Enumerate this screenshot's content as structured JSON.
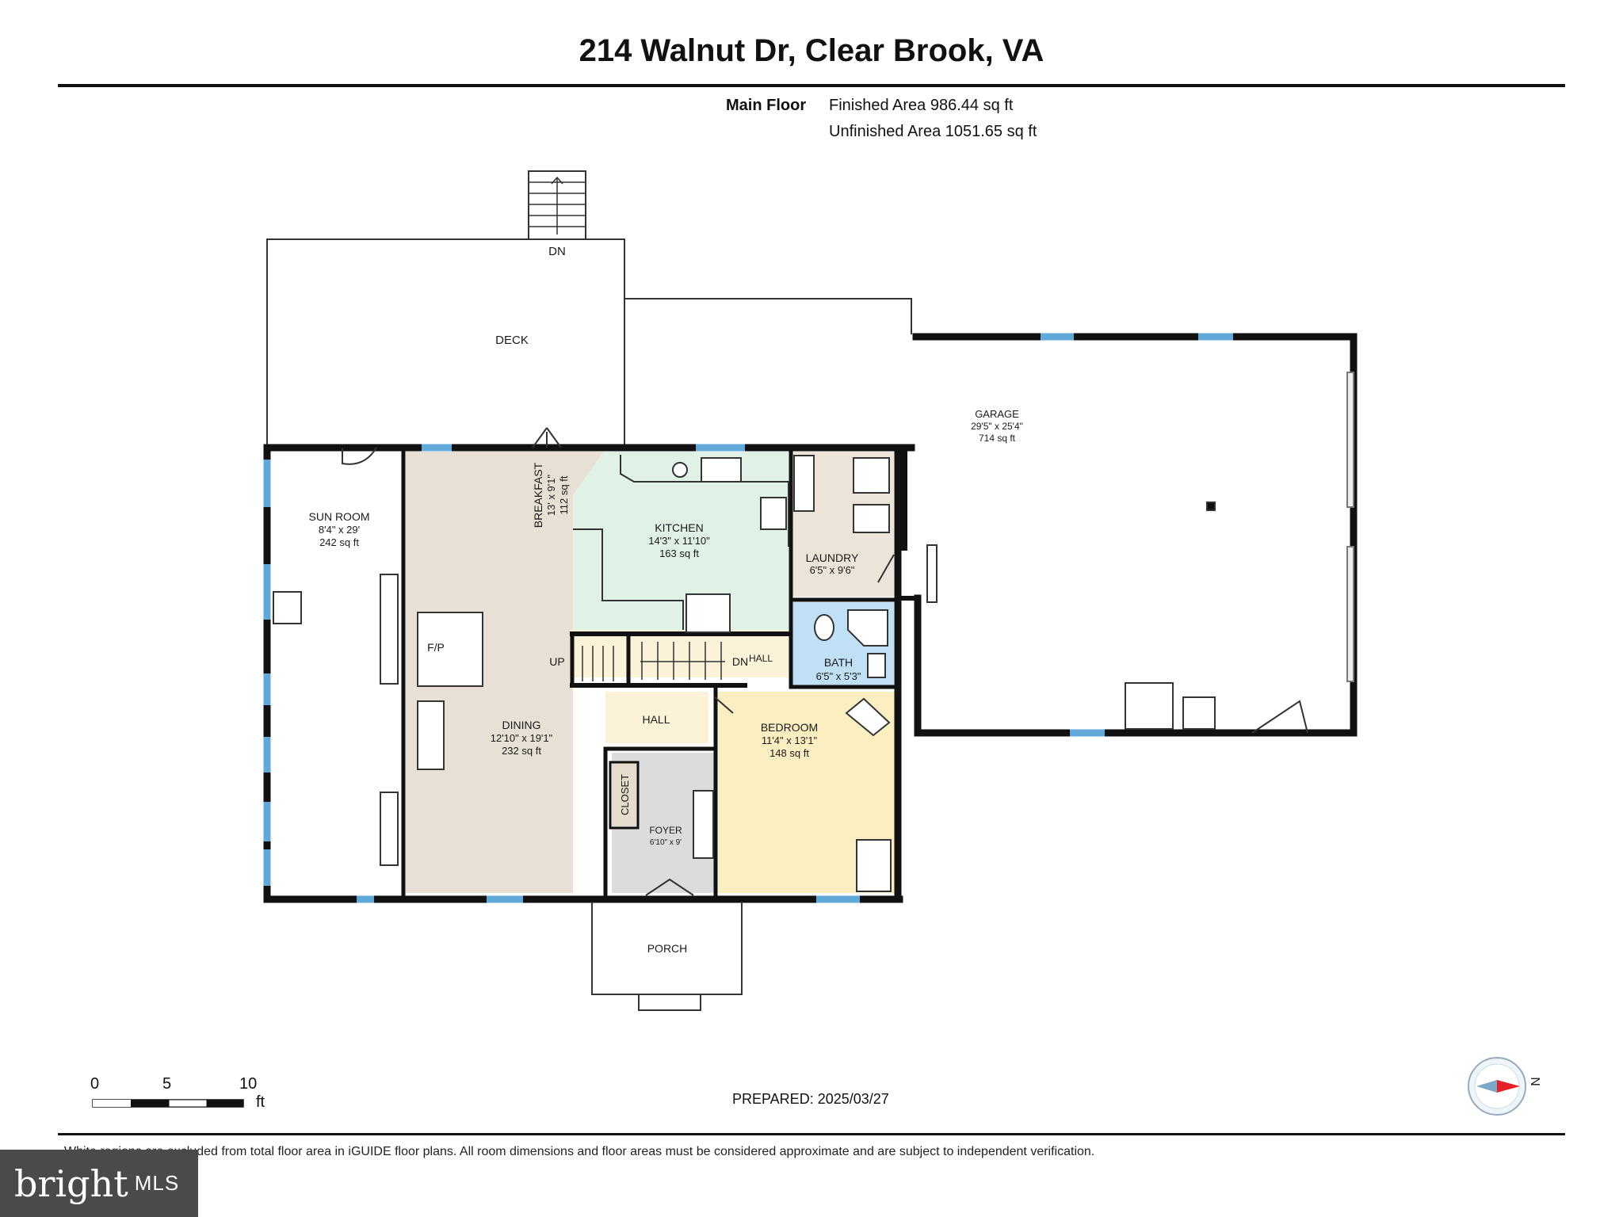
{
  "title": "214 Walnut Dr, Clear Brook, VA",
  "floor": {
    "name": "Main Floor",
    "finished_area": "Finished Area 986.44 sq ft",
    "unfinished_area": "Unfinished Area 1051.65 sq ft"
  },
  "colors": {
    "wall": "#111111",
    "window": "#5fa8d8",
    "dining": "#e8e0d4",
    "kitchen": "#e0f1e6",
    "laundry": "#ece4d8",
    "bath": "#bfe0f5",
    "bedroom": "#fbefc2",
    "hall": "#fbf3d8",
    "foyer": "#dcdcdc",
    "closet": "#e6dccd",
    "compass_accent": "#e8202a"
  },
  "rooms": {
    "deck": {
      "name": "DECK"
    },
    "deck_stairs": {
      "label": "DN"
    },
    "sun_room": {
      "name": "SUN ROOM",
      "dims": "8'4\" x 29'",
      "area": "242 sq ft"
    },
    "breakfast": {
      "name": "BREAKFAST",
      "dims": "13' x 9'1\"",
      "area": "112 sq ft"
    },
    "kitchen": {
      "name": "KITCHEN",
      "dims": "14'3\" x 11'10\"",
      "area": "163 sq ft"
    },
    "laundry": {
      "name": "LAUNDRY",
      "dims": "6'5\" x 9'6\""
    },
    "garage": {
      "name": "GARAGE",
      "dims": "29'5\" x 25'4\"",
      "area": "714 sq ft"
    },
    "fireplace": {
      "name": "F/P"
    },
    "stairs_up": {
      "label": "UP"
    },
    "stairs_down": {
      "label": "DN"
    },
    "hall_upper": {
      "name": "HALL"
    },
    "bath": {
      "name": "BATH",
      "dims": "6'5\" x 5'3\""
    },
    "dining": {
      "name": "DINING",
      "dims": "12'10\" x 19'1\"",
      "area": "232 sq ft"
    },
    "hall_lower": {
      "name": "HALL"
    },
    "bedroom": {
      "name": "BEDROOM",
      "dims": "11'4\" x 13'1\"",
      "area": "148 sq ft"
    },
    "closet": {
      "name": "CLOSET"
    },
    "foyer": {
      "name": "FOYER",
      "dims": "6'10\" x 9'"
    },
    "porch": {
      "name": "PORCH"
    }
  },
  "scale_bar": {
    "ticks": [
      "0",
      "5",
      "10"
    ],
    "unit": "ft"
  },
  "prepared": "PREPARED: 2025/03/27",
  "disclaimer": "White regions are excluded from total floor area in iGUIDE floor plans. All room dimensions and floor areas must be considered approximate and are subject to independent verification.",
  "compass": {
    "north_label": "N"
  },
  "logo": {
    "word": "bright",
    "suffix": "MLS"
  }
}
